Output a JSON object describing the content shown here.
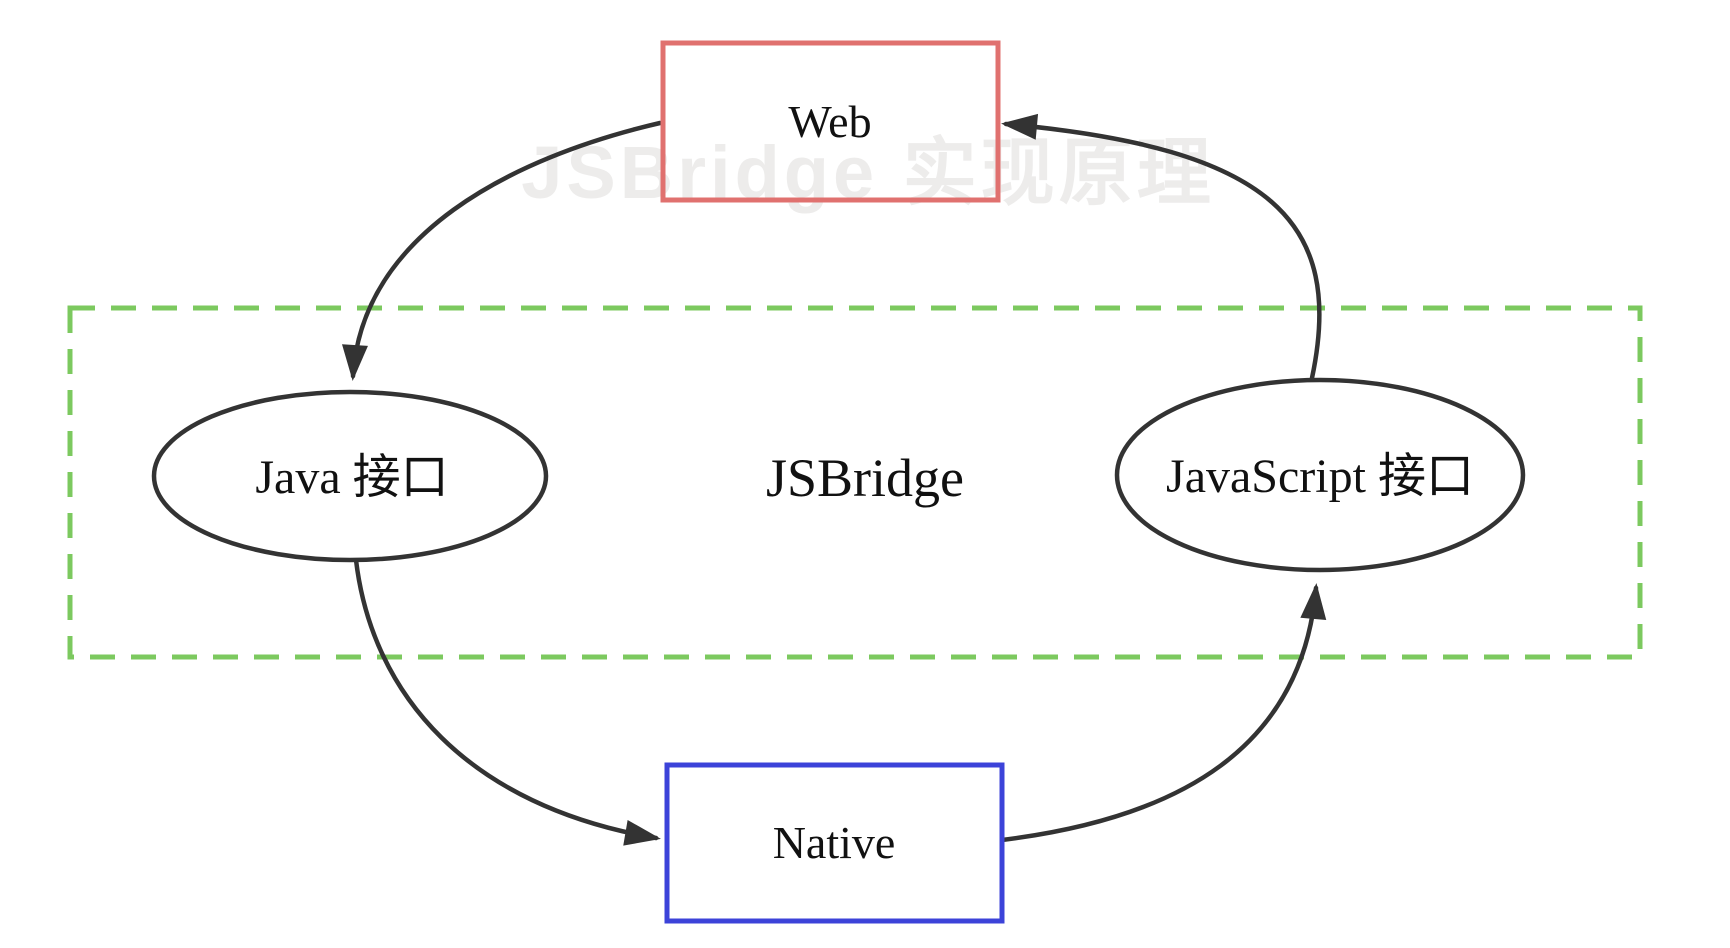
{
  "watermark": {
    "text": "JSBridge 实现原理"
  },
  "diagram": {
    "nodes": {
      "web": {
        "label": "Web",
        "shape": "rectangle",
        "border_color": "#e0716f"
      },
      "native": {
        "label": "Native",
        "shape": "rectangle",
        "border_color": "#3c43d9"
      },
      "java_interface": {
        "label": "Java 接口",
        "shape": "ellipse",
        "border_color": "#333333"
      },
      "javascript_interface": {
        "label": "JavaScript 接口",
        "shape": "ellipse",
        "border_color": "#333333"
      },
      "jsbridge": {
        "label": "JSBridge"
      }
    },
    "bridge_layer": {
      "style": "dashed",
      "border_color": "#7cc95f"
    },
    "edges": [
      {
        "from": "Web",
        "to": "Java 接口"
      },
      {
        "from": "Java 接口",
        "to": "Native"
      },
      {
        "from": "Native",
        "to": "JavaScript 接口"
      },
      {
        "from": "JavaScript 接口",
        "to": "Web"
      }
    ],
    "colors": {
      "line": "#333333",
      "text": "#111111",
      "watermark": "#edeceb",
      "background": "#ffffff"
    }
  }
}
